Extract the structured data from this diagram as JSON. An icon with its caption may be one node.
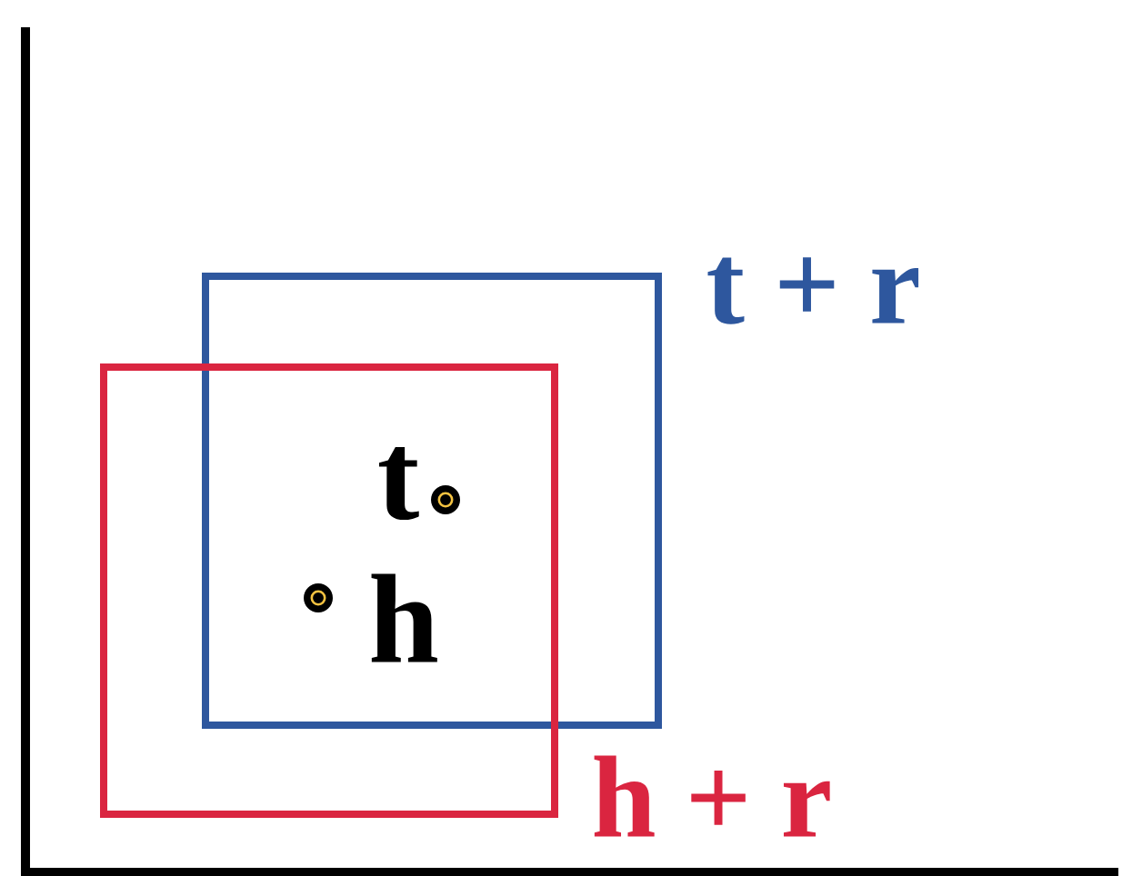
{
  "diagram": {
    "nodes": [
      {
        "text": [
          "t + r"
        ]
      },
      {
        "text": [
          "h + r"
        ]
      }
    ],
    "labels": [
      "t",
      "h"
    ]
  }
}
